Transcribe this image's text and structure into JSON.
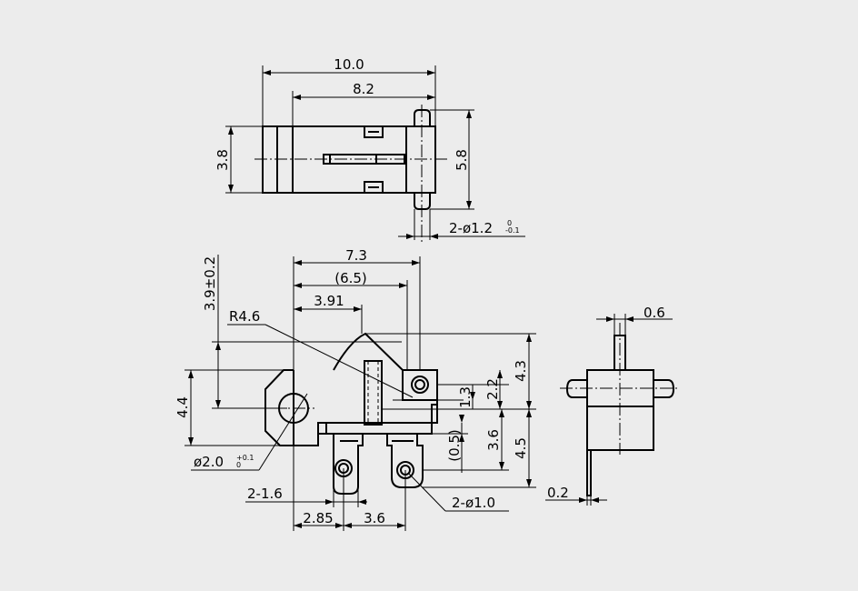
{
  "colors": {
    "background": "#ececec",
    "line": "#000000"
  },
  "top_view": {
    "dim_overall_length": "10.0",
    "dim_body_length": "8.2",
    "dim_height": "3.8",
    "dim_pin_span": "5.8",
    "dim_pin_dia": "2-ø1.2",
    "dim_pin_dia_tol_upper": "0",
    "dim_pin_dia_tol_lower": "-0.1"
  },
  "front_view": {
    "dim_total_width": "7.3",
    "dim_inner_width": "(6.5)",
    "dim_offset": "3.91",
    "dim_radius": "R4.6",
    "dim_vertical_center": "3.9±0.2",
    "dim_height_left": "4.4",
    "dim_hole_dia": "ø2.0",
    "dim_hole_dia_tol_upper": "+0.1",
    "dim_hole_dia_tol_lower": "0",
    "dim_knob_offset": "1.3",
    "dim_knob_height": "2.2",
    "dim_upper": "4.3",
    "dim_terminal_gap": "(0.5)",
    "dim_lower_inner": "3.6",
    "dim_lower_outer": "4.5",
    "dim_terminal_width": "2-1.6",
    "dim_terminal_pitch_left": "2.85",
    "dim_terminal_pitch": "3.6",
    "dim_terminal_hole": "2-ø1.0"
  },
  "side_view": {
    "dim_top_pin": "0.6",
    "dim_terminal_thickness": "0.2"
  }
}
